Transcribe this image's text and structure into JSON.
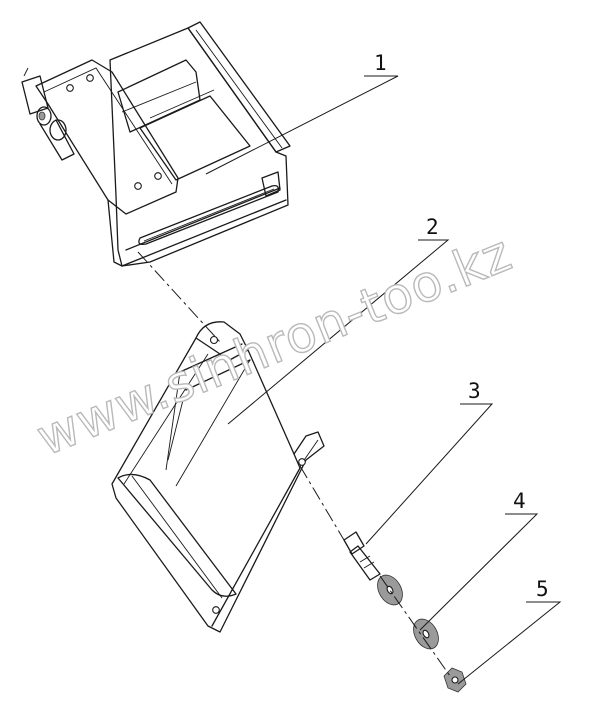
{
  "drawing": {
    "watermark": "www.sinhron-too.kz",
    "callouts": [
      {
        "label": "1"
      },
      {
        "label": "2"
      },
      {
        "label": "3"
      },
      {
        "label": "4"
      },
      {
        "label": "5"
      }
    ]
  }
}
